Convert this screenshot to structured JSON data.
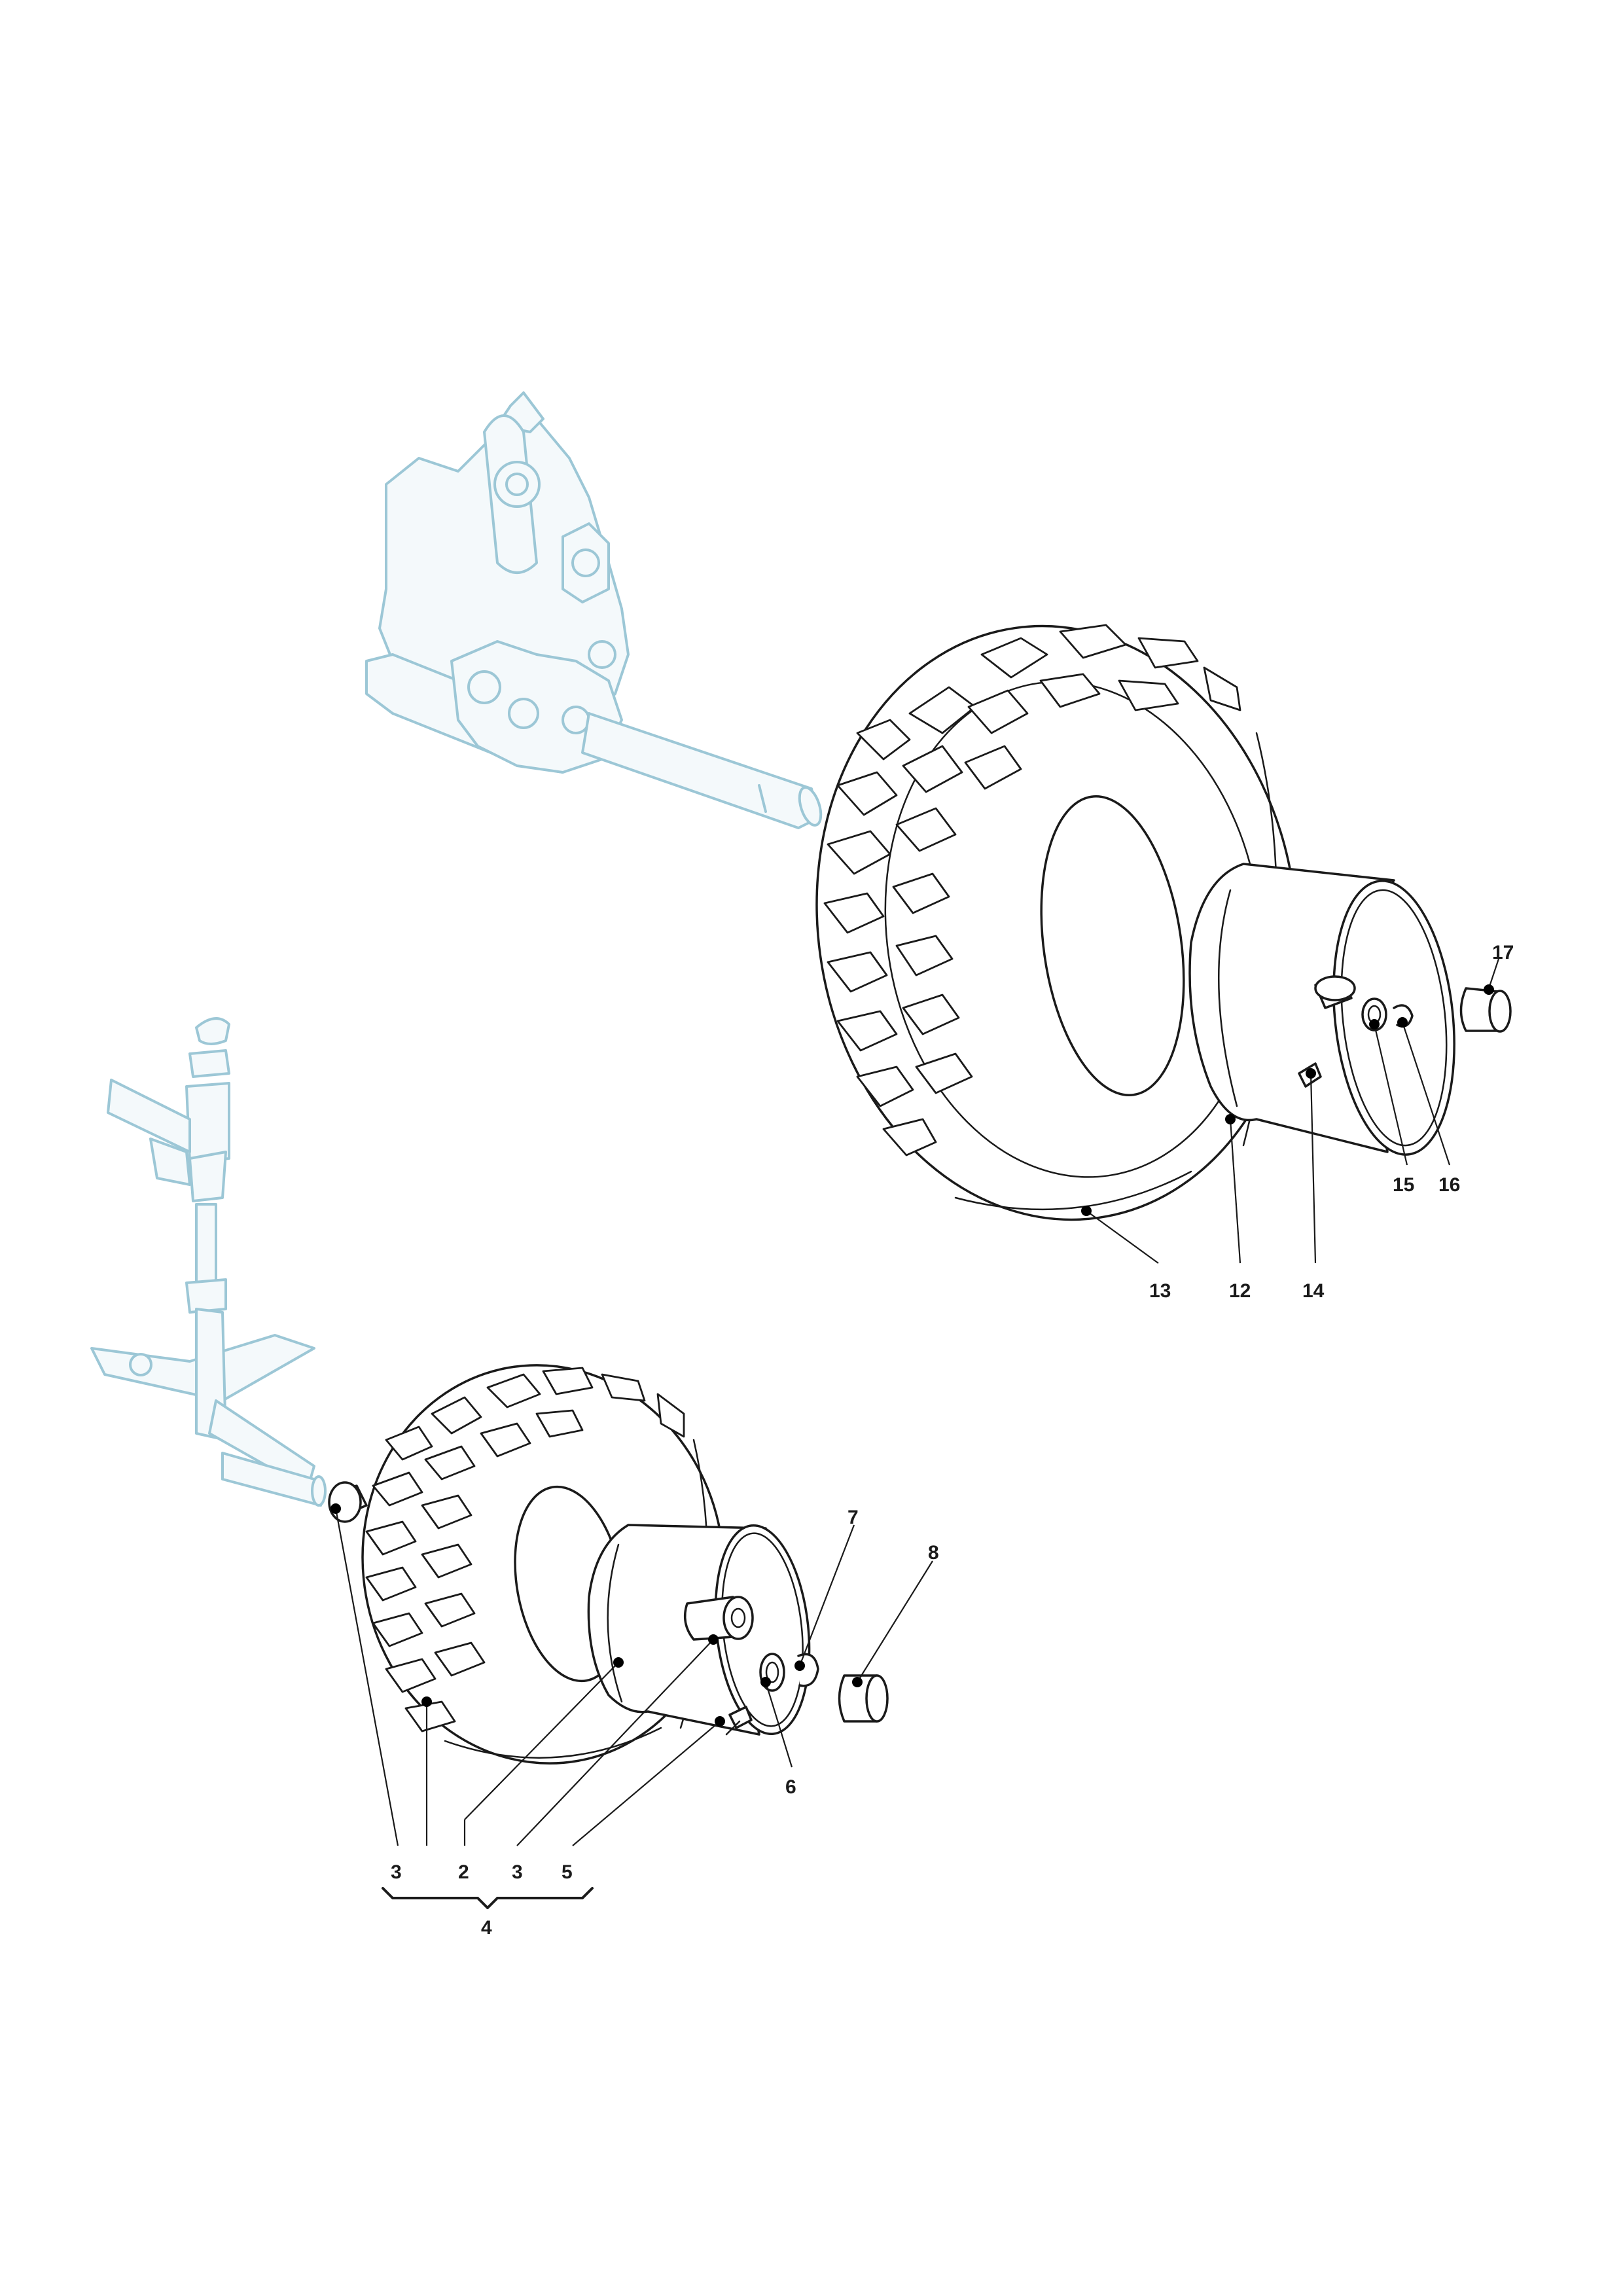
{
  "callouts": {
    "c17": "17",
    "c15": "15",
    "c16": "16",
    "c13": "13",
    "c12": "12",
    "c14": "14",
    "c7": "7",
    "c8": "8",
    "c6": "6",
    "c3a": "3",
    "c2": "2",
    "c3b": "3",
    "c5": "5",
    "c4": "4"
  },
  "colors": {
    "ghost_stroke": "#9cc7d6",
    "ghost_fill": "#f4f9fb",
    "part_stroke": "#1a1a1a"
  }
}
